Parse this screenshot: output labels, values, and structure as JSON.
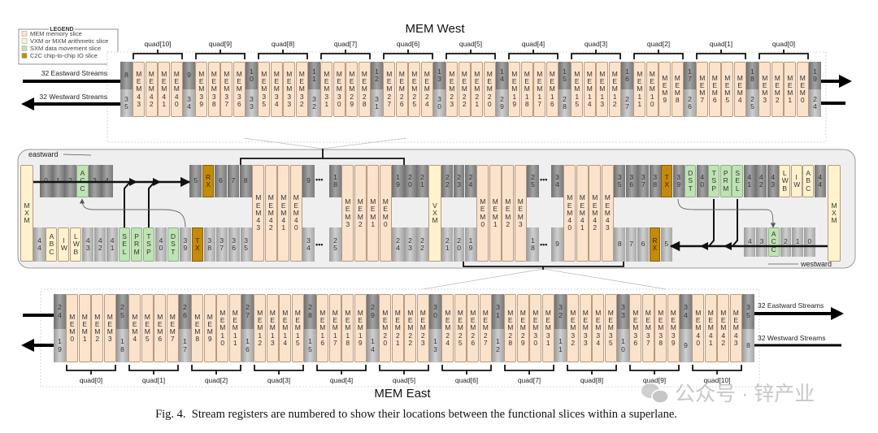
{
  "legend": {
    "title": "LEGEND",
    "items": [
      {
        "label": "MEM memory slice",
        "color": "#fbe2cb"
      },
      {
        "label": "VXM or MXM arithmetic slice",
        "color": "#fff2cc"
      },
      {
        "label": "SXM data movement slice",
        "color": "#bfe3b4"
      },
      {
        "label": "C2C chip-to-chip IO slice",
        "color": "#c48a0c"
      }
    ]
  },
  "mem_west": {
    "title": "MEM West",
    "eastward_label": "32 Eastward Streams",
    "westward_label": "32 Westward Streams",
    "quads": [
      {
        "label": "quad[10]",
        "mems": [
          "MEM43",
          "MEM42",
          "MEM41",
          "MEM40"
        ]
      },
      {
        "label": "quad[9]",
        "mems": [
          "MEM39",
          "MEM38",
          "MEM37",
          "MEM36"
        ]
      },
      {
        "label": "quad[8]",
        "mems": [
          "MEM35",
          "MEM34",
          "MEM33",
          "MEM32"
        ]
      },
      {
        "label": "quad[7]",
        "mems": [
          "MEM31",
          "MEM30",
          "MEM29",
          "MEM28"
        ]
      },
      {
        "label": "quad[6]",
        "mems": [
          "MEM27",
          "MEM26",
          "MEM25",
          "MEM24"
        ]
      },
      {
        "label": "quad[5]",
        "mems": [
          "MEM23",
          "MEM22",
          "MEM21",
          "MEM20"
        ]
      },
      {
        "label": "quad[4]",
        "mems": [
          "MEM19",
          "MEM18",
          "MEM17",
          "MEM16"
        ]
      },
      {
        "label": "quad[3]",
        "mems": [
          "MEM15",
          "MEM14",
          "MEM13",
          "MEM12"
        ]
      },
      {
        "label": "quad[2]",
        "mems": [
          "MEM11",
          "MEM10",
          "MEM9",
          "MEM8"
        ]
      },
      {
        "label": "quad[1]",
        "mems": [
          "MEM7",
          "MEM6",
          "MEM5",
          "MEM4"
        ]
      },
      {
        "label": "quad[0]",
        "mems": [
          "MEM3",
          "MEM2",
          "MEM1",
          "MEM0"
        ]
      }
    ],
    "sep_top": [
      "8",
      "9",
      "10",
      "11",
      "12",
      "13",
      "14",
      "15",
      "16",
      "17",
      "18",
      "19"
    ],
    "sep_bottom": [
      "35",
      "34",
      "33",
      "32",
      "31",
      "30",
      "29",
      "28",
      "27",
      "26",
      "25",
      "24"
    ]
  },
  "mem_east": {
    "title": "MEM East",
    "eastward_label": "32 Eastward Streams",
    "westward_label": "32 Westward Streams",
    "quads": [
      {
        "label": "quad[0]",
        "mems": [
          "MEM0",
          "MEM1",
          "MEM2",
          "MEM3"
        ]
      },
      {
        "label": "quad[1]",
        "mems": [
          "MEM4",
          "MEM5",
          "MEM6",
          "MEM7"
        ]
      },
      {
        "label": "quad[2]",
        "mems": [
          "MEM8",
          "MEM9",
          "MEM10",
          "MEM11"
        ]
      },
      {
        "label": "quad[3]",
        "mems": [
          "MEM12",
          "MEM13",
          "MEM14",
          "MEM15"
        ]
      },
      {
        "label": "quad[4]",
        "mems": [
          "MEM16",
          "MEM17",
          "MEM18",
          "MEM19"
        ]
      },
      {
        "label": "quad[5]",
        "mems": [
          "MEM20",
          "MEM21",
          "MEM22",
          "MEM23"
        ]
      },
      {
        "label": "quad[6]",
        "mems": [
          "MEM24",
          "MEM25",
          "MEM26",
          "MEM27"
        ]
      },
      {
        "label": "quad[7]",
        "mems": [
          "MEM28",
          "MEM29",
          "MEM30",
          "MEM31"
        ]
      },
      {
        "label": "quad[8]",
        "mems": [
          "MEM32",
          "MEM33",
          "MEM34",
          "MEM35"
        ]
      },
      {
        "label": "quad[9]",
        "mems": [
          "MEM36",
          "MEM37",
          "MEM38",
          "MEM39"
        ]
      },
      {
        "label": "quad[10]",
        "mems": [
          "MEM40",
          "MEM41",
          "MEM42",
          "MEM43"
        ]
      }
    ],
    "sep_top": [
      "24",
      "25",
      "26",
      "27",
      "28",
      "29",
      "30",
      "31",
      "32",
      "33",
      "34",
      "35"
    ],
    "sep_bottom": [
      "19",
      "18",
      "17",
      "16",
      "15",
      "14",
      "13",
      "12",
      "11",
      "10",
      "9",
      "8"
    ]
  },
  "superlane": {
    "eastward_label": "eastward",
    "westward_label": "westward",
    "ellipsis": "•••",
    "left_mxm": "MXM",
    "vxm": "VXM",
    "right_mxm": "MXM",
    "west_half": {
      "top_group_a": [
        "0",
        "1",
        "2",
        "ACC",
        "3",
        "4"
      ],
      "top_group_b": [
        "5",
        "RX",
        "6",
        "7",
        "8"
      ],
      "mem_block_1": [
        "MEM43",
        "MEM42",
        "MEM41",
        "MEM40"
      ],
      "top_after_block_1": "9",
      "top_before_block_2": "18",
      "mem_block_2": [
        "MEM3",
        "MEM2",
        "MEM1",
        "MEM0"
      ],
      "top_end": [
        "19",
        "20",
        "21"
      ],
      "bottom_group": [
        "44",
        "ABC",
        "IW",
        "LWB",
        "43",
        "42",
        "41",
        "SEL",
        "PRM",
        "TSP",
        "40",
        "DST",
        "39",
        "TX",
        "38",
        "37",
        "36",
        "35"
      ],
      "bottom_after_block_1": "34",
      "bottom_before_block_2": "25",
      "bottom_end": [
        "24",
        "23",
        "22"
      ]
    },
    "east_half": {
      "top_start": [
        "22",
        "23",
        "24"
      ],
      "mem_block_1": [
        "MEM0",
        "MEM1",
        "MEM2",
        "MEM3"
      ],
      "top_after_block_1": "25",
      "top_before_block_2": "34",
      "mem_block_2": [
        "MEM40",
        "MEM41",
        "MEM42",
        "MEM43"
      ],
      "top_group": [
        "35",
        "36",
        "37",
        "38",
        "TX",
        "39",
        "DST",
        "40",
        "TSP",
        "PRM",
        "SEL",
        "41",
        "42",
        "43",
        "LWB",
        "IW",
        "ABC",
        "44"
      ],
      "bottom_start": [
        "21",
        "20",
        "19"
      ],
      "bottom_after_block_1": "18",
      "bottom_before_block_2": "9",
      "bottom_group_a": [
        "8",
        "7",
        "6",
        "RX",
        "5"
      ],
      "bottom_group_b": [
        "4",
        "3",
        "ACC",
        "2",
        "1",
        "0"
      ]
    }
  },
  "caption": "Fig. 4.  Stream registers are numbered to show their locations between the functional slices within a superlane.",
  "watermark": "公众号 · 锌产业"
}
